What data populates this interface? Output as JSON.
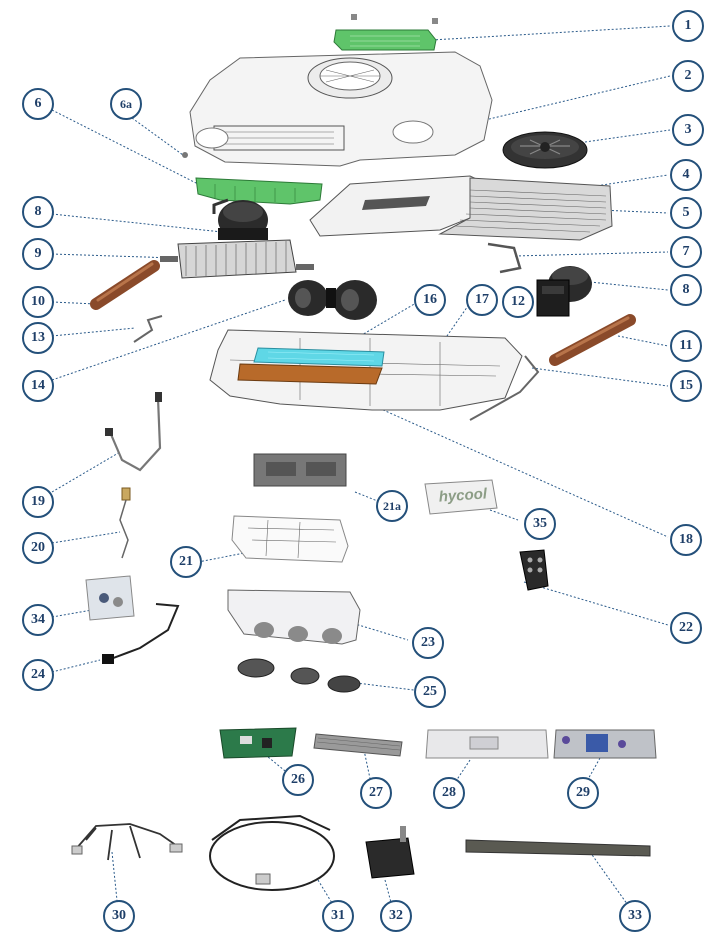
{
  "callouts": [
    {
      "id": "c1",
      "label": "1"
    },
    {
      "id": "c2",
      "label": "2"
    },
    {
      "id": "c3",
      "label": "3"
    },
    {
      "id": "c4",
      "label": "4"
    },
    {
      "id": "c5",
      "label": "5"
    },
    {
      "id": "c6",
      "label": "6"
    },
    {
      "id": "c6a",
      "label": "6a"
    },
    {
      "id": "c7",
      "label": "7"
    },
    {
      "id": "c8a",
      "label": "8"
    },
    {
      "id": "c8b",
      "label": "8"
    },
    {
      "id": "c9",
      "label": "9"
    },
    {
      "id": "c10",
      "label": "10"
    },
    {
      "id": "c11",
      "label": "11"
    },
    {
      "id": "c12",
      "label": "12"
    },
    {
      "id": "c13",
      "label": "13"
    },
    {
      "id": "c14",
      "label": "14"
    },
    {
      "id": "c15",
      "label": "15"
    },
    {
      "id": "c16",
      "label": "16"
    },
    {
      "id": "c17",
      "label": "17"
    },
    {
      "id": "c18",
      "label": "18"
    },
    {
      "id": "c19",
      "label": "19"
    },
    {
      "id": "c20",
      "label": "20"
    },
    {
      "id": "c21",
      "label": "21"
    },
    {
      "id": "c21a",
      "label": "21a"
    },
    {
      "id": "c22",
      "label": "22"
    },
    {
      "id": "c23",
      "label": "23"
    },
    {
      "id": "c24",
      "label": "24"
    },
    {
      "id": "c25",
      "label": "25"
    },
    {
      "id": "c26",
      "label": "26"
    },
    {
      "id": "c27",
      "label": "27"
    },
    {
      "id": "c28",
      "label": "28"
    },
    {
      "id": "c29",
      "label": "29"
    },
    {
      "id": "c30",
      "label": "30"
    },
    {
      "id": "c31",
      "label": "31"
    },
    {
      "id": "c32",
      "label": "32"
    },
    {
      "id": "c33",
      "label": "33"
    },
    {
      "id": "c34",
      "label": "34"
    },
    {
      "id": "c35",
      "label": "35"
    }
  ],
  "decal_text": "hycool",
  "colors": {
    "callout_border": "#24507a",
    "callout_text": "#1f3f68",
    "highlight_green": "#5fc46a",
    "copper": "#8a4a2a",
    "filter_cyan": "#5fd7e6"
  }
}
